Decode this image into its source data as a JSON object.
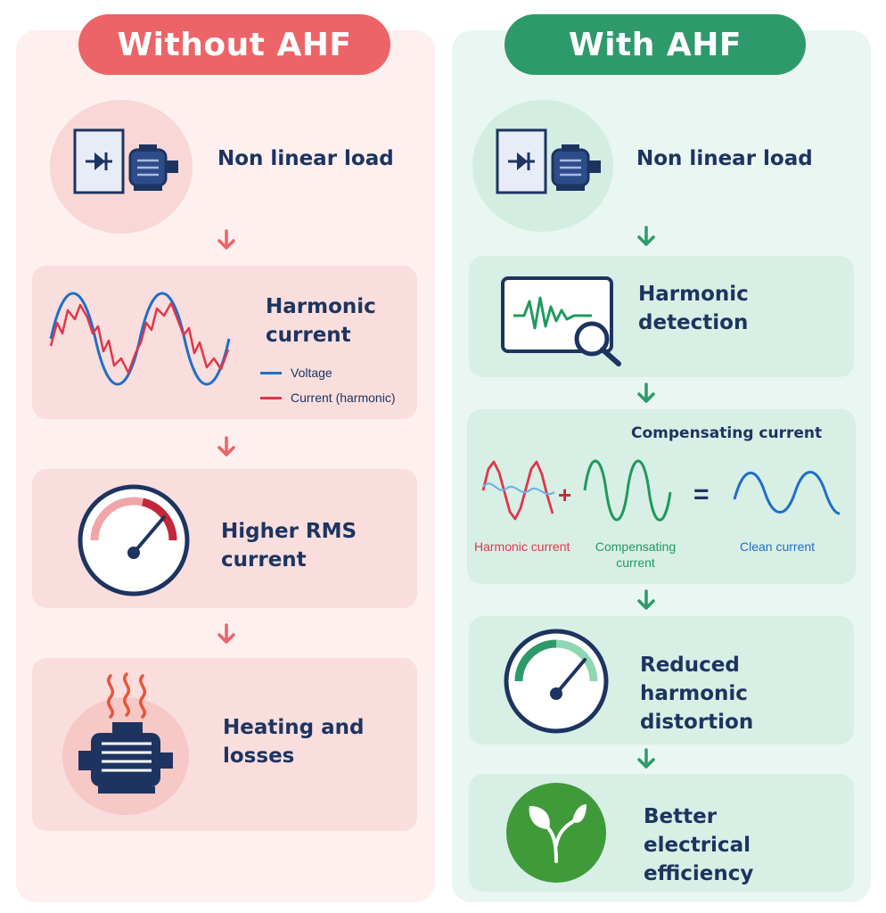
{
  "left": {
    "header": "Without AHF",
    "steps": {
      "load": "Non linear load",
      "harmonic": "Harmonic current",
      "rms": "Higher RMS current",
      "heat": "Heating and losses"
    },
    "legend": {
      "voltage": "Voltage",
      "current": "Current (harmonic)"
    }
  },
  "right": {
    "header": "With AHF",
    "steps": {
      "load": "Non linear load",
      "detection": "Harmonic detection",
      "compensating": "Compensating current",
      "reduced": "Reduced harmonic distortion",
      "efficiency": "Better electrical efficiency"
    },
    "equation": {
      "harmonic": "Harmonic current",
      "compensating": "Compensating current",
      "clean": "Clean current",
      "plus": "+",
      "equals": "="
    }
  },
  "colors": {
    "red": "#ec6468",
    "green": "#2e9a6b",
    "navy": "#1d3461",
    "blue": "#1f6fc8",
    "waveRed": "#e0364a",
    "waveGreen": "#1f9a5e"
  },
  "icons": {
    "load": "rectifier-and-motor-icon",
    "wave": "sine-wave-icon",
    "gauge": "gauge-icon",
    "motor": "hot-motor-icon",
    "monitor": "monitor-magnifier-icon",
    "leaf": "leaf-icon",
    "arrow": "arrow-down-icon"
  }
}
